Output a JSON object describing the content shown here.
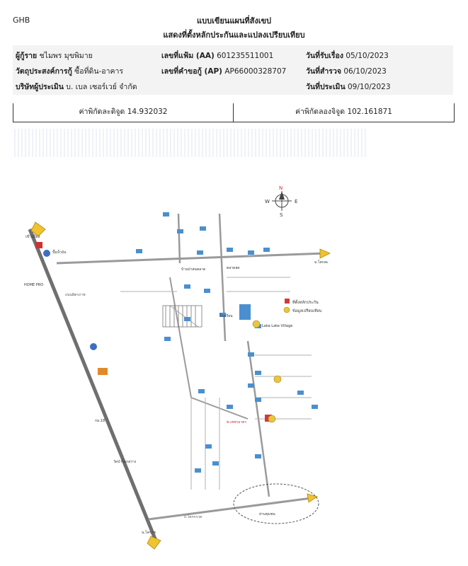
{
  "header": {
    "brand": "GHB",
    "title_line1": "แบบเขียนแผนที่สังเขป",
    "title_line2": "แสดงที่ตั้งหลักประกันและแปลงเปรียบเทียบ"
  },
  "info": {
    "borrower_label": "ผู้กู้ราย",
    "borrower_value": "ชไมพร มุขพิมาย",
    "file_label": "เลขที่แฟ้ม (AA)",
    "file_value": "601235511001",
    "receive_label": "วันที่รับเรื่อง",
    "receive_value": "05/10/2023",
    "purpose_label": "วัตถุประสงค์การกู้",
    "purpose_value": "ซื้อที่ดิน-อาคาร",
    "request_label": "เลขที่คำขอกู้ (AP)",
    "request_value": "AP66000328707",
    "survey_label": "วันที่สำรวจ",
    "survey_value": "06/10/2023",
    "company_label": "บริษัทผู้ประเมิน",
    "company_value": "บ. เบล เซอร์เวย์ จำกัด",
    "appraise_label": "วันที่ประเมิน",
    "appraise_value": "09/10/2023"
  },
  "coords": {
    "lat_text": "ค่าพิกัดละติจูด 14.932032",
    "lon_text": "ค่าพิกัดลองจิจูด 102.161871"
  },
  "map": {
    "compass": {
      "n": "N",
      "s": "S",
      "e": "E",
      "w": "W"
    },
    "legend": {
      "collateral": "ที่ตั้งหลักประกัน",
      "comparable": "ข้อมูลเปรียบเทียบ"
    },
    "labels": {
      "left_top": "เข้าเมือง",
      "pump": "ปั๊มน้ำมัน",
      "home_pro": "HOME PRO",
      "main_road": "ถนนมิตรภาพ",
      "right_road": "ม.โคกสะ",
      "bottom_road": "ถ.โคกกรวด",
      "bottom_left": "น.โคราช",
      "km": "กม.18",
      "temple": "วัดป่าโคกสว่าง",
      "school": "โรงเรียน",
      "village": "บ้านป่าสนตลาด",
      "market": "ตลาดสด",
      "lake": "Laka Lake Village",
      "soi": "ซ.เพชรมาตร",
      "area": "ย่านชุมชน"
    },
    "colors": {
      "road_main": "#6f6f6f",
      "road": "#9a9a9a",
      "house": "#4a8fd0",
      "collateral": "#d23a3a",
      "comparable": "#e8c640",
      "arrow": "#f0c330"
    }
  }
}
